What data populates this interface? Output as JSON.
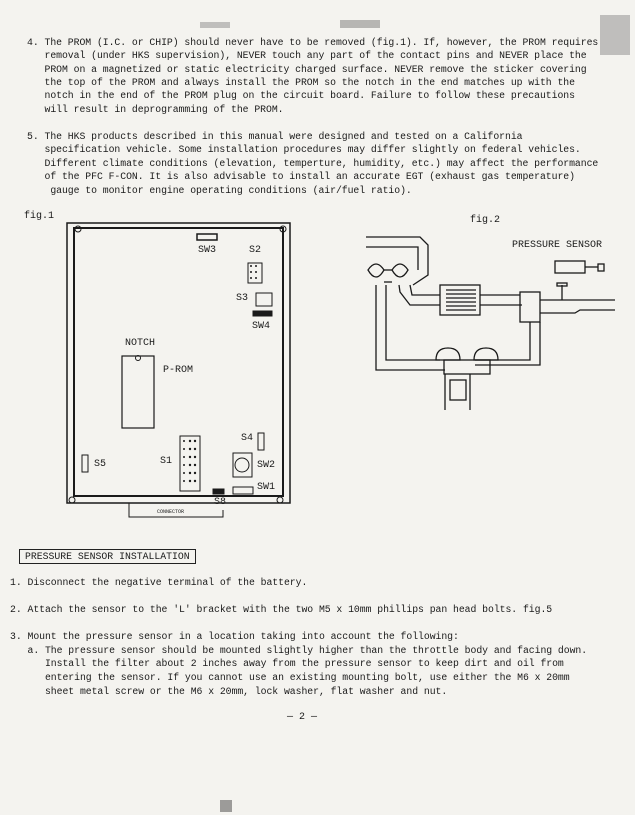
{
  "section4": {
    "lines": [
      "4. The PROM (I.C. or CHIP) should never have to be removed (fig.1). If, however, the PROM requires",
      "   removal (under HKS supervision), NEVER touch any part of the contact pins and NEVER place the",
      "   PROM on a magnetized or static electricity charged surface. NEVER remove the sticker covering",
      "   the top of the PROM and always install the PROM so the notch in the end matches up with the",
      "   notch in the end of the PROM plug on the circuit board. Failure to follow these precautions",
      "   will result in deprogramming of the PROM."
    ]
  },
  "section5": {
    "lines": [
      "5. The HKS products described in this manual were designed and tested on a California",
      "   specification vehicle. Some installation procedures may differ slightly on federal vehicles.",
      "   Different climate conditions (elevation, temperture, humidity, etc.) may affect the performance",
      "   of the PFC F-CON. It is also advisable to install an accurate EGT (exhaust gas temperature)",
      "    gauge to monitor engine operating conditions (air/fuel ratio)."
    ]
  },
  "fig1": {
    "caption": "fig.1",
    "labels": {
      "sw3": "SW3",
      "s2": "S2",
      "s3": "S3",
      "sw4": "SW4",
      "notch": "NOTCH",
      "prom": "P-ROM",
      "s4": "S4",
      "s5": "S5",
      "s1": "S1",
      "sw2": "SW2",
      "sw1": "SW1",
      "s8": "S8",
      "connector": "CONNECTOR"
    }
  },
  "fig2": {
    "caption": "fig.2",
    "pressure_sensor_label": "PRESSURE SENSOR"
  },
  "installation": {
    "heading": "PRESSURE SENSOR INSTALLATION",
    "step1": "1. Disconnect the negative terminal of the battery.",
    "step2": "2. Attach the sensor to the 'L' bracket with the two M5 x 10mm phillips pan head bolts. fig.5",
    "step3": "3. Mount the pressure sensor in a location taking into account the following:",
    "step3a": [
      "   a. The pressure sensor should be mounted slightly higher than the throttle body and facing down.",
      "      Install the filter about 2 inches away from the pressure sensor to keep dirt and oil from",
      "      entering the sensor. If you cannot use an existing mounting bolt, use either the M6 x 20mm",
      "      sheet metal screw or the M6 x 20mm, lock washer, flat washer and nut."
    ]
  },
  "page_number": "— 2 —"
}
